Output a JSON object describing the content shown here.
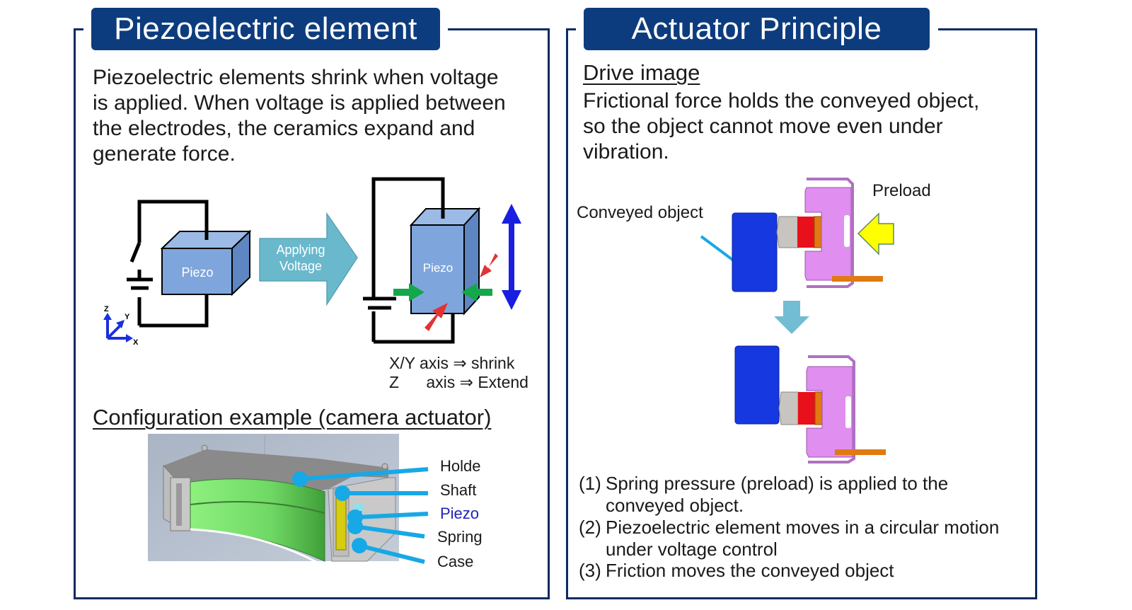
{
  "left_panel": {
    "title": "Piezoelectric element",
    "description": "Piezoelectric elements shrink when voltage\nis applied. When voltage is applied between\nthe electrodes, the ceramics expand and\ngenerate force.",
    "diagram": {
      "block_label_before": "Piezo",
      "arrow_label": "Applying\nVoltage",
      "block_label_after": "Piezo",
      "axes": {
        "z": "Z",
        "y": "Y",
        "x": "X"
      },
      "caption_line1": "X/Y axis ⇒ shrink",
      "caption_line2": "Z      axis ⇒ Extend"
    },
    "config_heading": "Configuration example (camera actuator)",
    "callouts": [
      {
        "label": "Holde",
        "color": "#1a1a1a"
      },
      {
        "label": "Shaft",
        "color": "#1a1a1a"
      },
      {
        "label": "Piezo",
        "color": "#2222bb"
      },
      {
        "label": "Spring",
        "color": "#1a1a1a"
      },
      {
        "label": "Case",
        "color": "#1a1a1a"
      }
    ]
  },
  "right_panel": {
    "title": "Actuator Principle",
    "subheading": "Drive image",
    "description": "Frictional force holds the conveyed object,\nso the object cannot move even under\nvibration.",
    "label_conveyed": "Conveyed object",
    "label_preload": "Preload",
    "steps": [
      {
        "num": "(1)",
        "text": "Spring pressure (preload) is applied to the\nconveyed object."
      },
      {
        "num": "(2)",
        "text": "Piezoelectric element moves in a circular motion\nunder voltage control"
      },
      {
        "num": "(3)",
        "text": "Friction moves the conveyed object"
      }
    ]
  },
  "colors": {
    "frame": "#0d2a63",
    "title_bg": "#0d3c7e",
    "piezo_block": "#7fa6dc",
    "arrow_teal": "#6ab8cc",
    "blue_object": "#1638e0",
    "pink_holder": "#e08ef0",
    "red_piezo": "#e8101a",
    "orange_spring": "#e07a12",
    "yellow_preload": "#ffff00",
    "callout_line": "#17a8e6"
  }
}
